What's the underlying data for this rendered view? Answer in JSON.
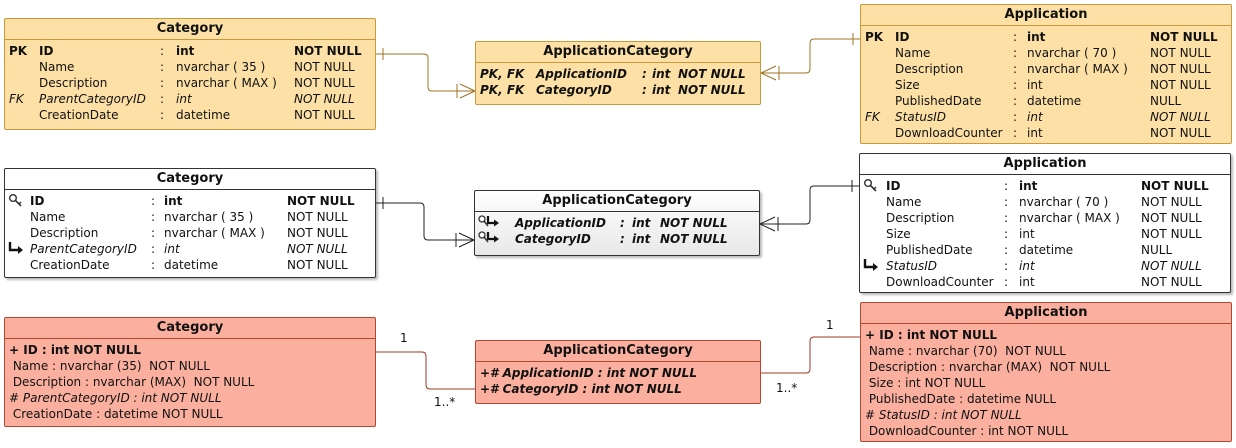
{
  "diagrams": [
    {
      "style": "yellow",
      "category": {
        "title": "Category",
        "rows": [
          {
            "key": "PK",
            "name": "ID",
            "sep": ":",
            "type": "int",
            "null": "NOT NULL",
            "bold": true
          },
          {
            "key": "",
            "name": "Name",
            "sep": ":",
            "type": "nvarchar  ( 35    )",
            "null": "NOT NULL"
          },
          {
            "key": "",
            "name": "Description",
            "sep": ":",
            "type": "nvarchar  ( MAX )",
            "null": "NOT NULL"
          },
          {
            "key": "FK",
            "name": "ParentCategoryID",
            "sep": ":",
            "type": "int",
            "null": "NOT NULL",
            "italic": true
          },
          {
            "key": "",
            "name": "CreationDate",
            "sep": ":",
            "type": "datetime",
            "null": "NOT NULL"
          }
        ]
      },
      "join": {
        "title": "ApplicationCategory",
        "rows": [
          {
            "key": "PK, FK",
            "name": "ApplicationID",
            "sep": ":",
            "type": "int",
            "null": "NOT NULL"
          },
          {
            "key": "PK, FK",
            "name": "CategoryID",
            "sep": ":",
            "type": "int",
            "null": "NOT NULL"
          }
        ]
      },
      "application": {
        "title": "Application",
        "rows": [
          {
            "key": "PK",
            "name": "ID",
            "sep": ":",
            "type": "int",
            "null": "NOT NULL",
            "bold": true
          },
          {
            "key": "",
            "name": "Name",
            "sep": ":",
            "type": "nvarchar  ( 70     )",
            "null": "NOT NULL"
          },
          {
            "key": "",
            "name": "Description",
            "sep": ":",
            "type": "nvarchar  ( MAX )",
            "null": "NOT NULL"
          },
          {
            "key": "",
            "name": "Size",
            "sep": ":",
            "type": "int",
            "null": "NOT NULL"
          },
          {
            "key": "",
            "name": "PublishedDate",
            "sep": ":",
            "type": "datetime",
            "null": "NULL"
          },
          {
            "key": "FK",
            "name": "StatusID",
            "sep": ":",
            "type": "int",
            "null": "NOT NULL",
            "italic": true
          },
          {
            "key": "",
            "name": "DownloadCounter",
            "sep": ":",
            "type": "int",
            "null": "NOT NULL"
          }
        ]
      }
    },
    {
      "style": "grey",
      "category": {
        "title": "Category",
        "rows": [
          {
            "icon": "key-icon",
            "name": "ID",
            "sep": ":",
            "type": "int",
            "null": "NOT NULL",
            "bold": true
          },
          {
            "icon": "",
            "name": "Name",
            "sep": ":",
            "type": "nvarchar  ( 35    )",
            "null": "NOT NULL"
          },
          {
            "icon": "",
            "name": "Description",
            "sep": ":",
            "type": "nvarchar  ( MAX )",
            "null": "NOT NULL"
          },
          {
            "icon": "foreign-key-icon",
            "name": "ParentCategoryID",
            "sep": ":",
            "type": "int",
            "null": "NOT NULL",
            "italic": true
          },
          {
            "icon": "",
            "name": "CreationDate",
            "sep": ":",
            "type": "datetime",
            "null": "NOT NULL"
          }
        ]
      },
      "join": {
        "title": "ApplicationCategory",
        "rows": [
          {
            "icon": "key-foreign-key-icon",
            "name": "ApplicationID",
            "sep": ":",
            "type": "int",
            "null": "NOT NULL"
          },
          {
            "icon": "key-foreign-key-icon",
            "name": "CategoryID",
            "sep": ":",
            "type": "int",
            "null": "NOT NULL"
          }
        ]
      },
      "application": {
        "title": "Application",
        "rows": [
          {
            "icon": "key-icon",
            "name": "ID",
            "sep": ":",
            "type": "int",
            "null": "NOT NULL",
            "bold": true
          },
          {
            "icon": "",
            "name": "Name",
            "sep": ":",
            "type": "nvarchar  ( 70    )",
            "null": "NOT NULL"
          },
          {
            "icon": "",
            "name": "Description",
            "sep": ":",
            "type": "nvarchar  ( MAX )",
            "null": "NOT NULL"
          },
          {
            "icon": "",
            "name": "Size",
            "sep": ":",
            "type": "int",
            "null": "NOT NULL"
          },
          {
            "icon": "",
            "name": "PublishedDate",
            "sep": ":",
            "type": "datetime",
            "null": "NULL"
          },
          {
            "icon": "foreign-key-icon",
            "name": "StatusID",
            "sep": ":",
            "type": "int",
            "null": "NOT NULL",
            "italic": true
          },
          {
            "icon": "",
            "name": "DownloadCounter",
            "sep": ":",
            "type": "int",
            "null": "NOT NULL"
          }
        ]
      }
    },
    {
      "style": "red",
      "category": {
        "title": "Category",
        "rows": [
          {
            "text": "+ ID : int NOT NULL",
            "bold": true
          },
          {
            "text": " Name : nvarchar (35)  NOT NULL"
          },
          {
            "text": " Description : nvarchar (MAX)  NOT NULL"
          },
          {
            "text": "# ParentCategoryID : int NOT NULL",
            "italic": true
          },
          {
            "text": " CreationDate : datetime NOT NULL"
          }
        ]
      },
      "join": {
        "title": "ApplicationCategory",
        "rows": [
          {
            "text": "+# ApplicationID : int NOT NULL",
            "bold": true,
            "italic": true
          },
          {
            "text": "+# CategoryID : int NOT NULL",
            "bold": true,
            "italic": true
          }
        ]
      },
      "application": {
        "title": "Application",
        "rows": [
          {
            "text": "+ ID : int NOT NULL",
            "bold": true
          },
          {
            "text": " Name : nvarchar (70)  NOT NULL"
          },
          {
            "text": " Description : nvarchar (MAX)  NOT NULL"
          },
          {
            "text": " Size : int NOT NULL"
          },
          {
            "text": " PublishedDate : datetime NULL"
          },
          {
            "text": "# StatusID : int NOT NULL",
            "italic": true
          },
          {
            "text": " DownloadCounter : int NOT NULL"
          }
        ]
      },
      "multiplicities": {
        "category_one": "1",
        "category_many": "1..*",
        "application_one": "1",
        "application_many": "1..*"
      }
    }
  ],
  "colors": {
    "yellow_fill": "#fde0a6",
    "yellow_line": "#a07424",
    "grey_line": "#222222",
    "red_fill": "#fbb09f",
    "red_line": "#9e3a26"
  }
}
